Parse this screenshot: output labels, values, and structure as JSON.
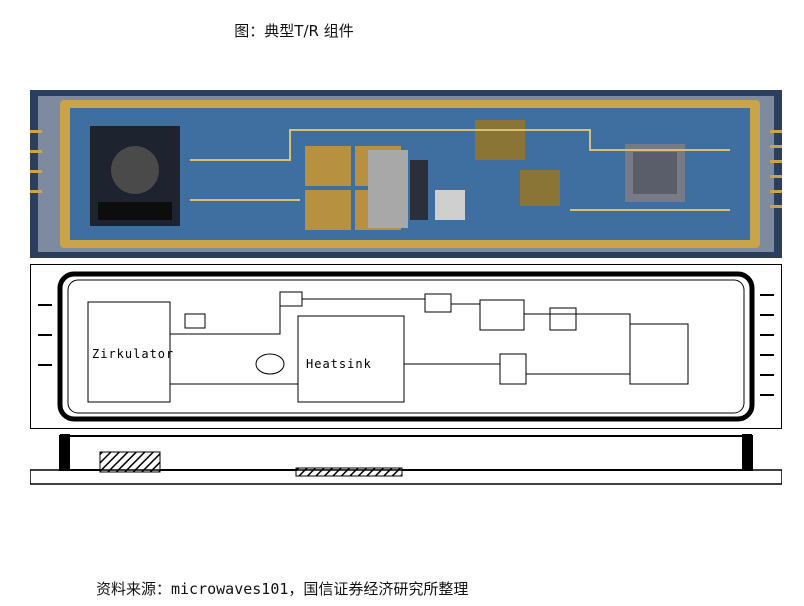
{
  "figure": {
    "title": "图：典型T/R 组件",
    "zirkulator_label": "Zirkulator",
    "heatsink_label": "Heatsink"
  },
  "footer": {
    "source": "资料来源：microwaves101，国信证券经济研究所整理"
  },
  "colors": {
    "board_blue": "#3f6fa0",
    "gold": "#c9a44a",
    "housing_dark": "#2b3f5c"
  }
}
